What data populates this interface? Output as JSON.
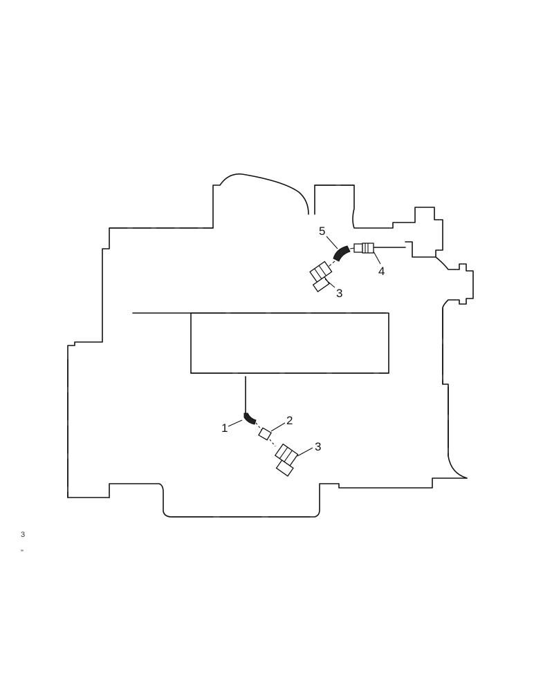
{
  "callouts": {
    "c1": "1",
    "c2": "2",
    "c3_upper": "3",
    "c3_lower": "3",
    "c4": "4",
    "c5": "5"
  },
  "margin_marks": {
    "m1": "3",
    "m2": "\""
  },
  "colors": {
    "line": "#111111",
    "background": "#ffffff"
  }
}
